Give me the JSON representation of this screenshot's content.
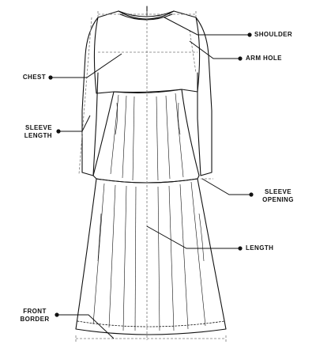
{
  "labels": {
    "shoulder": "SHOULDER",
    "arm_hole": "ARM HOLE",
    "chest": "CHEST",
    "sleeve_length": [
      "SLEEVE",
      "LENGTH"
    ],
    "sleeve_opening": [
      "SLEEVE",
      "OPENING"
    ],
    "length": "LENGTH",
    "front_border": [
      "FRONT",
      "BORDER"
    ]
  },
  "colors": {
    "ink": "#111111",
    "measure_line": "#777777",
    "background": "#ffffff"
  }
}
